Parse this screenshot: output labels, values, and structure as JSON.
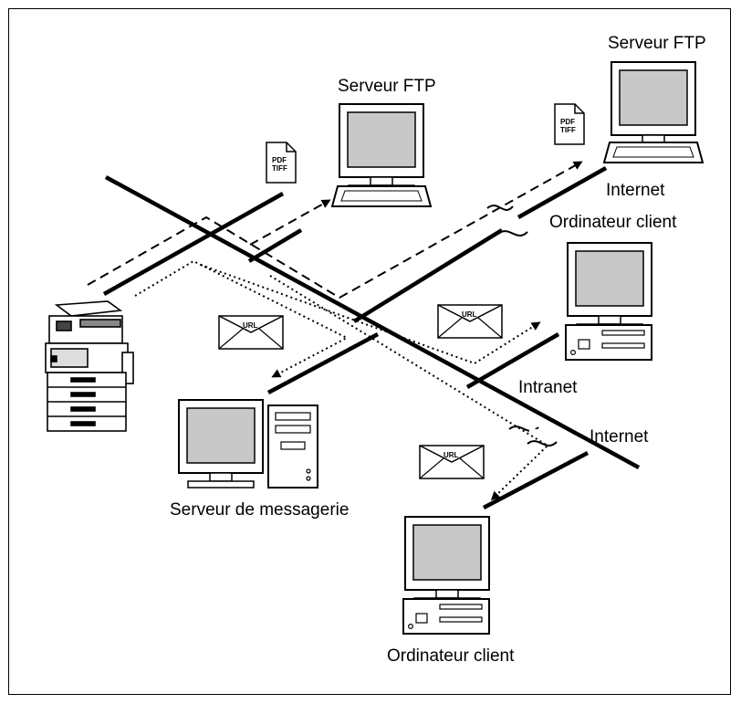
{
  "labels": {
    "ftp_server_center": "Serveur FTP",
    "ftp_server_right": "Serveur FTP",
    "internet_top": "Internet",
    "client_top": "Ordinateur client",
    "intranet": "Intranet",
    "internet_bottom": "Internet",
    "mail_server": "Serveur de messagerie",
    "client_bottom": "Ordinateur client"
  },
  "doc_icon": {
    "line1": "PDF",
    "line2": "TIFF"
  },
  "envelope_text": "URL"
}
